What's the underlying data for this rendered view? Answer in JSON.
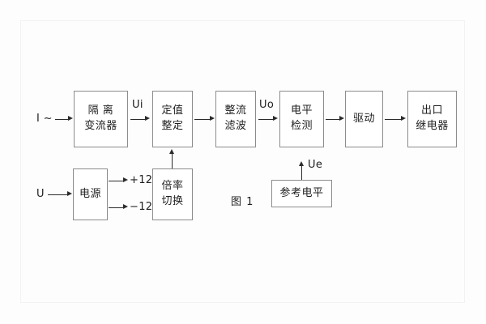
{
  "figure": {
    "caption": "图 1",
    "blocks": [
      {
        "id": "isolation-ct",
        "lines": [
          "隔 离",
          "变流器"
        ]
      },
      {
        "id": "setting-value",
        "lines": [
          "定值",
          "整定"
        ]
      },
      {
        "id": "rectify-filter",
        "lines": [
          "整流",
          "滤波"
        ]
      },
      {
        "id": "level-detect",
        "lines": [
          "电平",
          "检测"
        ]
      },
      {
        "id": "drive",
        "lines": [
          "驱动"
        ]
      },
      {
        "id": "output-relay",
        "lines": [
          "出口",
          "继电器"
        ]
      },
      {
        "id": "power-supply",
        "lines": [
          "电源"
        ]
      },
      {
        "id": "ratio-switch",
        "lines": [
          "倍率",
          "切换"
        ]
      },
      {
        "id": "reference-level",
        "lines": [
          "参考电平"
        ]
      }
    ],
    "signals": {
      "input_current": "I ~",
      "input_voltage": "U",
      "ui": "Ui",
      "uo": "Uo",
      "ue": "Ue",
      "rail_positive": "+12V",
      "rail_negative": "−12V"
    },
    "colors": {
      "box_border": "#8c8c8c",
      "line": "#2b2b2b",
      "text": "#1f1f1f",
      "background": "#fdfdfd"
    }
  }
}
